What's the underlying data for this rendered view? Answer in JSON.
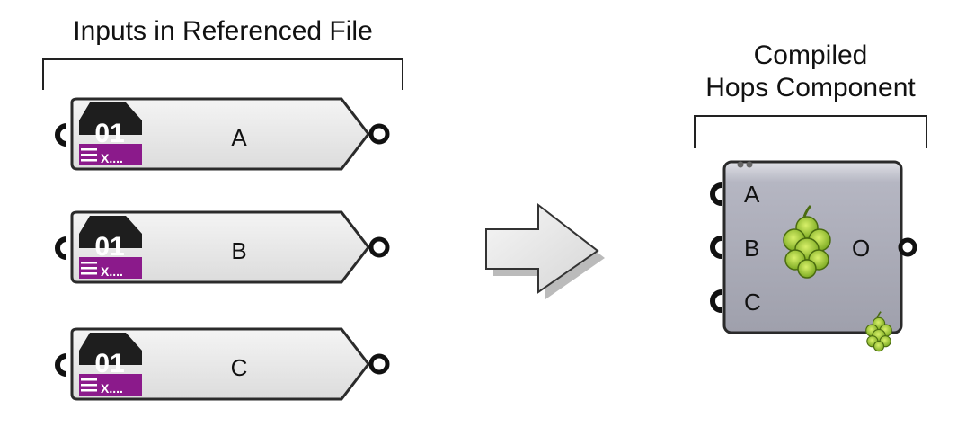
{
  "left_title": "Inputs in Referenced File",
  "right_title_line1": "Compiled",
  "right_title_line2": "Hops Component",
  "params": [
    {
      "label": "A",
      "icon_number": "01",
      "icon_text": "X...."
    },
    {
      "label": "B",
      "icon_number": "01",
      "icon_text": "X...."
    },
    {
      "label": "C",
      "icon_number": "01",
      "icon_text": "X...."
    }
  ],
  "hops": {
    "inputs": [
      "A",
      "B",
      "C"
    ],
    "output": "O",
    "icon": "hops-icon"
  },
  "colors": {
    "param_fill": "#e9e9e9",
    "param_border": "#2b2b2b",
    "icon_dark": "#1e1e1e",
    "icon_purple": "#8b1a8b",
    "hops_body": "#a9aab5",
    "hops_green": "#9ccc2a"
  }
}
